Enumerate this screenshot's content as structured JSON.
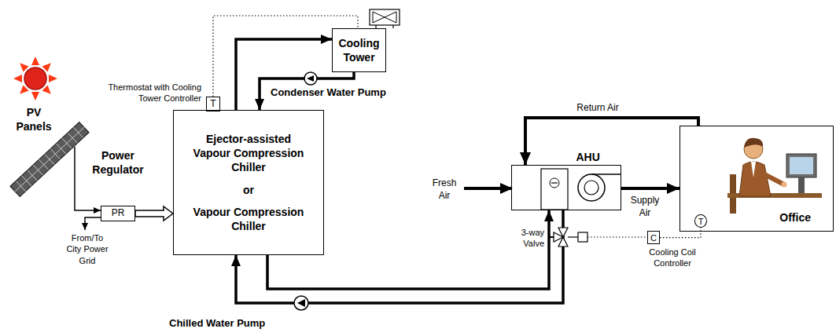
{
  "diagram": {
    "nodes": [
      {
        "text": [
          "Cooling Tower"
        ]
      },
      {
        "text": [
          "T"
        ]
      },
      {
        "text": [
          "Power Regulator",
          "PR"
        ]
      },
      {
        "text": [
          "Ejector-assisted Vapour Compression Chiller",
          "or",
          "Vapour Compression Chiller"
        ]
      },
      {
        "text": [
          "AHU"
        ]
      },
      {
        "text": [
          "Office"
        ]
      },
      {
        "text": [
          "T"
        ],
        "in": 5
      },
      {
        "text": [
          "C"
        ]
      }
    ],
    "edges": [
      {
        "from": 3,
        "to": 0,
        "arrow": "to"
      },
      {
        "from": 0,
        "to": 3,
        "arrow": "to"
      },
      {
        "from": 1,
        "to": 0,
        "arrow": "none"
      },
      {
        "from": 2,
        "to": 3,
        "arrow": "to"
      },
      {
        "from": 3,
        "to": 4,
        "arrow": "to"
      },
      {
        "from": 4,
        "to": 3,
        "arrow": "to"
      },
      {
        "from": 4,
        "to": 5,
        "label": "Supply Air",
        "arrow": "to"
      },
      {
        "from": 5,
        "to": 4,
        "label": "Return Air",
        "arrow": "to"
      },
      {
        "from": 7,
        "to": 6,
        "arrow": "none"
      }
    ],
    "labels": [
      "PV Panels",
      "Thermostat with Cooling Tower Controller",
      "Condenser Water Pump",
      "From/To City Power Grid",
      "Fresh Air",
      "3-way Valve",
      "Cooling Coil Controller",
      "Chilled Water Pump"
    ]
  }
}
